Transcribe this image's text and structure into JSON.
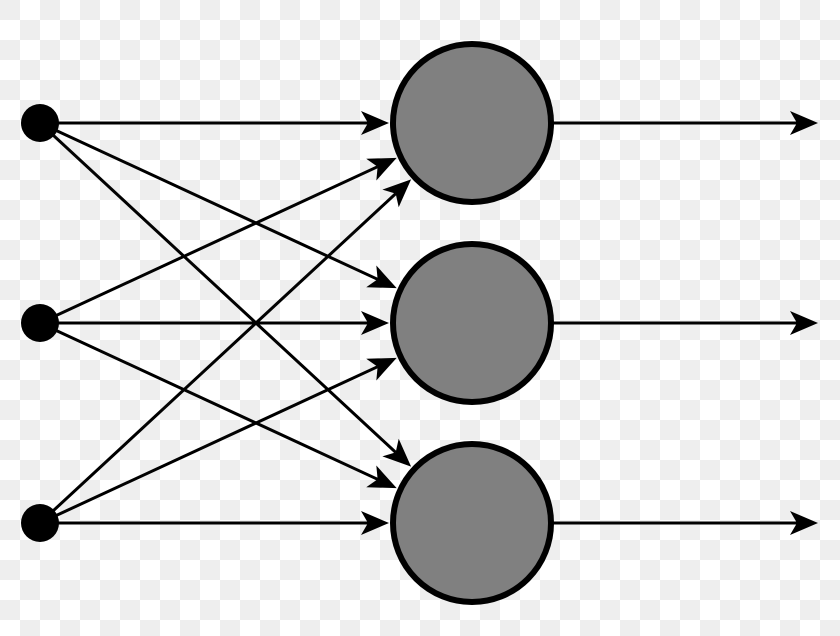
{
  "network": {
    "input_nodes": 3,
    "neurons": 3,
    "outputs": 3,
    "fully_connected": true
  },
  "colors": {
    "input_node": "#000000",
    "neuron_fill": "#808080",
    "neuron_stroke": "#000000",
    "edge": "#000000",
    "background_checker_light": "#ffffff",
    "background_checker_dark": "#eeeeee"
  }
}
